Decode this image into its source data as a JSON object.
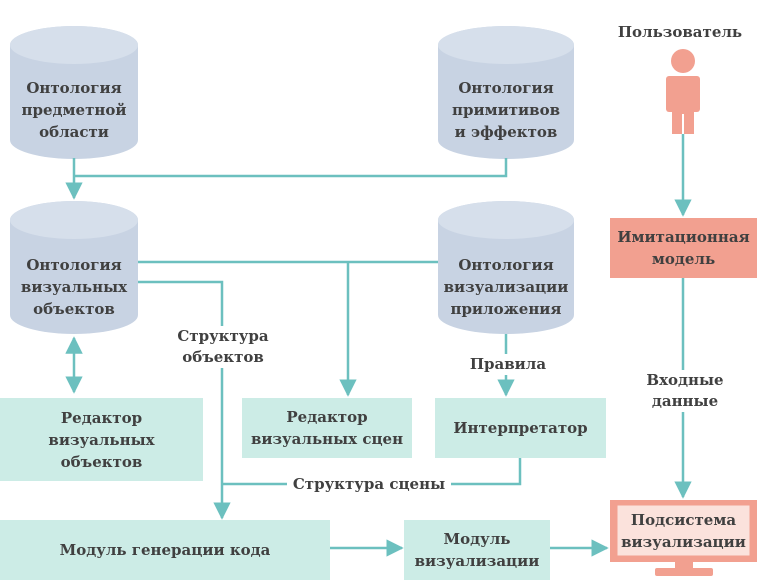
{
  "user": {
    "label": "Пользователь"
  },
  "ontologies": {
    "domain": "Онтология\nпредметной\nобласти",
    "primitives": "Онтология\nпримитивов\nи эффектов",
    "visual_objects": "Онтология\nвизуальных\nобъектов",
    "app_visualization": "Онтология\nвизуализации\nприложения"
  },
  "modules": {
    "simulation_model": "Имитационная\nмодель",
    "visual_objects_editor": "Редактор\nвизуальных\nобъектов",
    "visual_scenes_editor": "Редактор\nвизуальных сцен",
    "interpreter": "Интерпретатор",
    "code_generation": "Модуль генерации кода",
    "visualization_module": "Модуль\nвизуализации",
    "visualization_subsystem": "Подсистема\nвизуализации"
  },
  "edge_labels": {
    "object_structure": "Структура\nобъектов",
    "rules": "Правила",
    "input_data": "Входные\nданные",
    "scene_structure": "Структура сцены"
  },
  "colors": {
    "cylinder": "#c8d3e3",
    "module": "#ccece6",
    "simulation": "#f2a090",
    "arrow": "#6cc0bf"
  }
}
